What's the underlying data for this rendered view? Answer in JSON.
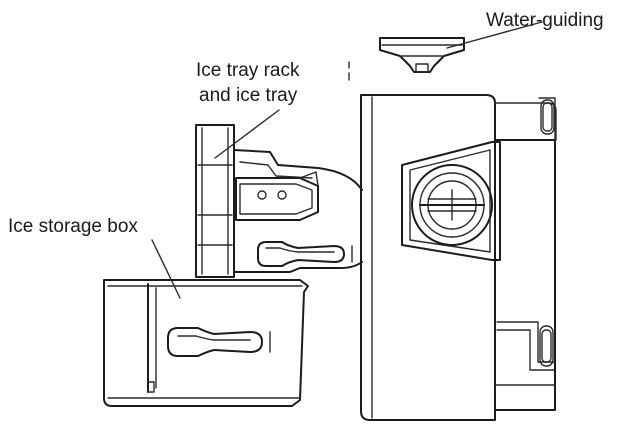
{
  "labels": {
    "water_guiding": "Water-guiding",
    "ice_tray_line1": "Ice tray rack",
    "ice_tray_line2": "and ice tray",
    "ice_storage": "Ice storage box"
  }
}
